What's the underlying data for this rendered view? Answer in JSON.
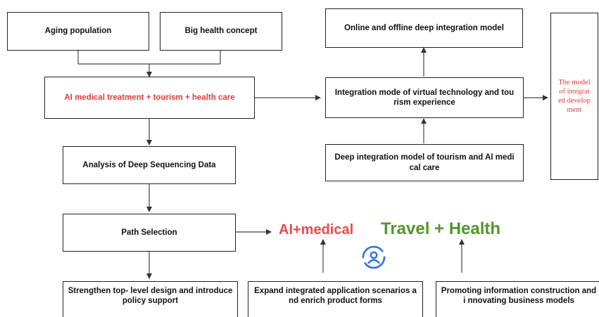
{
  "nodes": {
    "aging": "Aging population",
    "bighealth": "Big health concept",
    "ai_tourism": "AI medical treatment + tourism + health care",
    "deep_seq": "Analysis of Deep Sequencing Data",
    "path": "Path Selection",
    "online": "Online and offline deep integration model",
    "virtual": "Integration mode of virtual technology and tou rism experience",
    "deep_integ": "Deep integration model of tourism and AI medi cal care",
    "model": "The model of integrat ed develop ment",
    "strengthen": "Strengthen top- level design and introduce policy support",
    "expand": "Expand integrated application scenarios a nd enrich product forms",
    "promote": "Promoting information construction and i nnovating business models"
  },
  "labels": {
    "ai_medical": "AI+medical",
    "travel_health": "Travel + Health"
  },
  "colors": {
    "highlight_red": "#e03c3c",
    "green": "#56942f",
    "icon_blue": "#2f6fe0"
  },
  "icons": [
    "user-sync-icon"
  ]
}
